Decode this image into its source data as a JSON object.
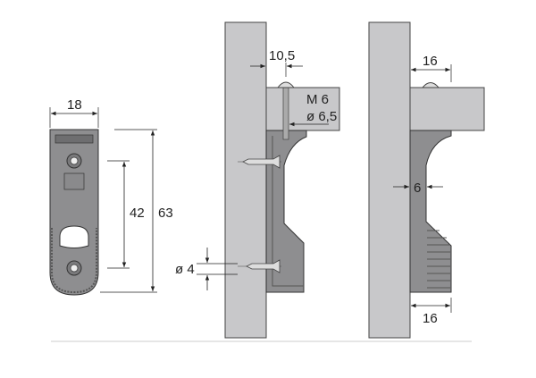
{
  "colors": {
    "panel": "#c8c8ca",
    "bracket": "#8e8e90",
    "line": "#222222",
    "baseline": "#cccccc"
  },
  "front_view": {
    "width": "18",
    "hole_spacing": "42",
    "height": "63"
  },
  "side_view_screwed": {
    "offset": "10,5",
    "thread": "M 6",
    "bore": "ø 6,5",
    "screw_diameter": "ø 4"
  },
  "side_view_plain": {
    "top_depth": "16",
    "thickness": "6",
    "bottom_depth": "16"
  }
}
